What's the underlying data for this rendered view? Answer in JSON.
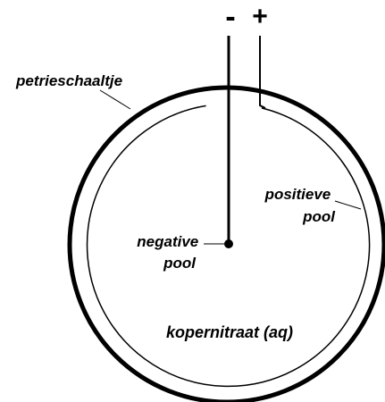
{
  "labels": {
    "minus": "-",
    "plus": "+",
    "dish": "petrieschaaltje",
    "positive_line1": "positieve",
    "positive_line2": "pool",
    "negative_line1": "negative",
    "negative_line2": "pool",
    "solution": "kopernitraat (aq)"
  },
  "colors": {
    "ink": "#000000",
    "background": "#ffffff"
  }
}
